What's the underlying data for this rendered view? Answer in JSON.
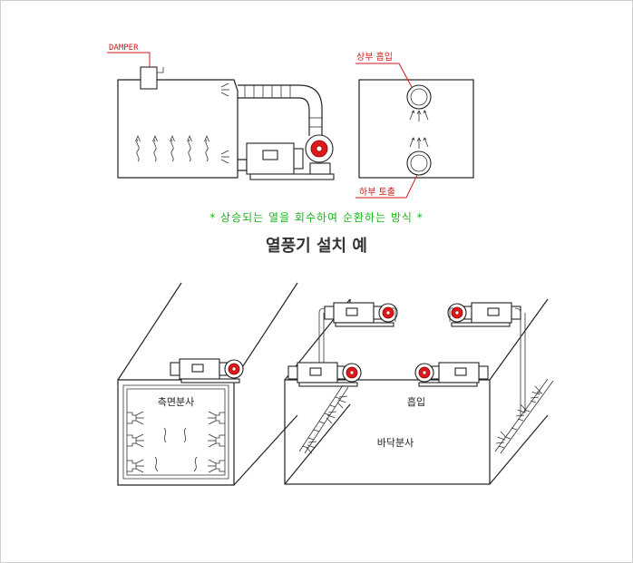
{
  "labels": {
    "damper": "DAMPER",
    "top_intake": "상부 흡입",
    "bottom_exhaust": "하부 토출",
    "caption": "* 상승되는 열을 회수하여 순환하는 방식 *",
    "title": "열풍기 설치 예",
    "side_spray": "측면분사",
    "intake": "흡입",
    "floor_spray": "바닥분사"
  },
  "colors": {
    "label_red": "#d11a1a",
    "caption_green": "#19b519",
    "line": "#222222",
    "fan_red": "#e01818"
  }
}
